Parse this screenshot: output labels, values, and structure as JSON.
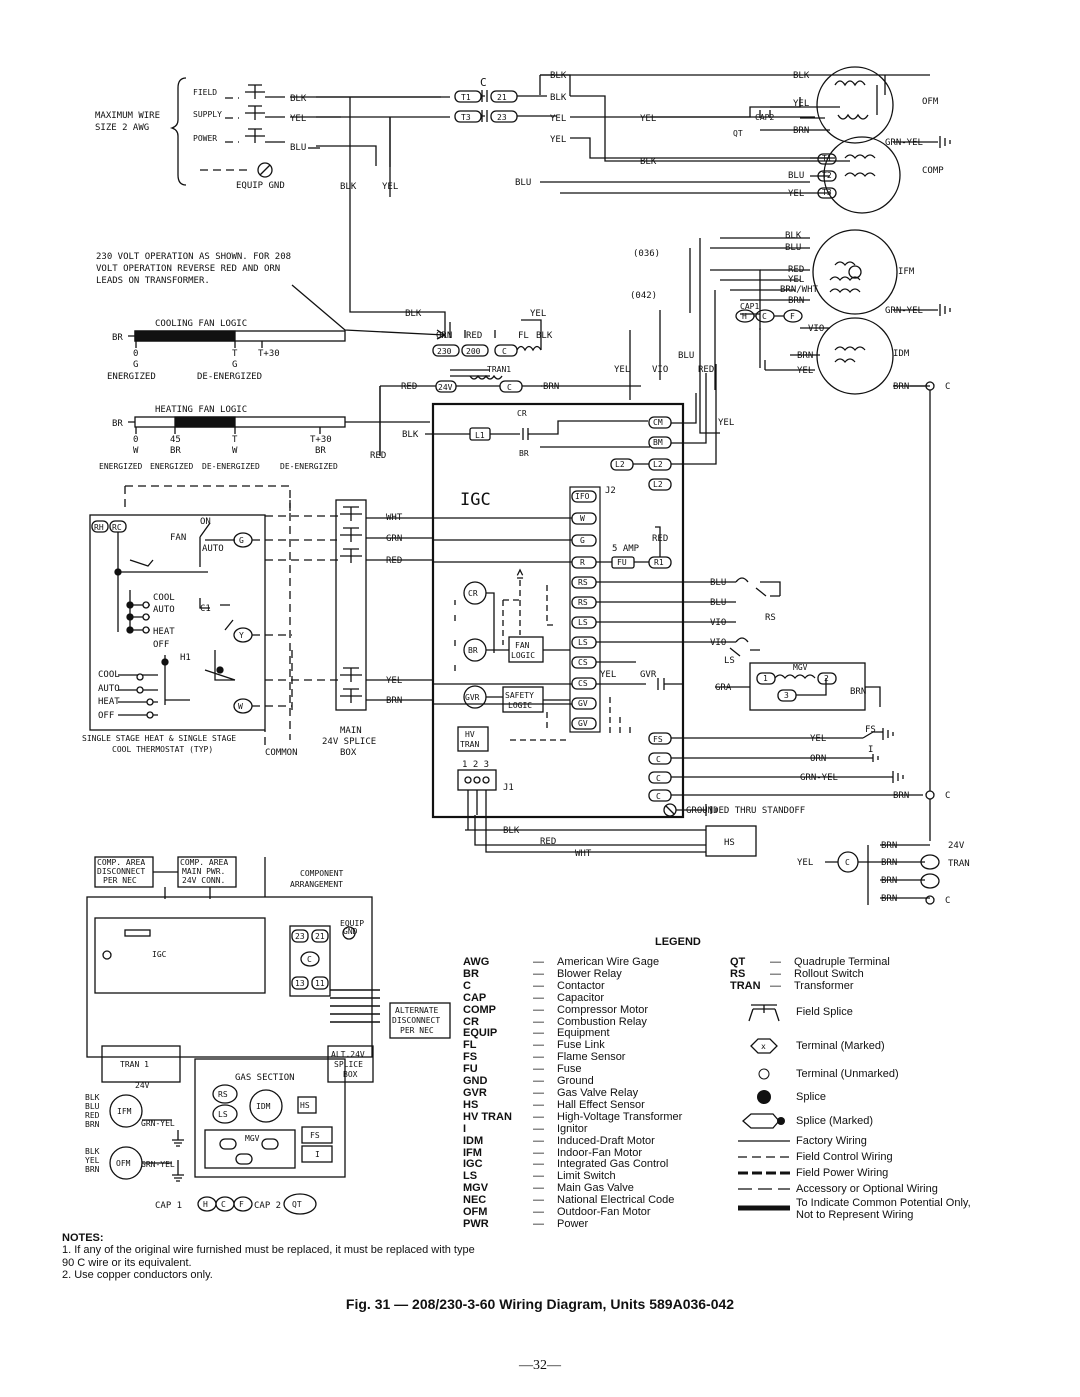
{
  "diagram": {
    "field_supply": {
      "wire_note": [
        "MAXIMUM WIRE",
        "SIZE 2 AWG"
      ],
      "field_words": [
        "FIELD",
        "SUPPLY",
        "POWER"
      ],
      "equip_gnd": "EQUIP GND",
      "contactor": "C",
      "terminals": [
        "T1",
        "21",
        "T3",
        "23"
      ]
    },
    "wire_colors": {
      "blk": "BLK",
      "yel": "YEL",
      "blu": "BLU",
      "brn": "BRN",
      "red": "RED",
      "orn": "ORN",
      "vio": "VIO",
      "wht": "WHT",
      "grn": "GRN",
      "gra": "GRA",
      "grn_yel": "GRN-YEL",
      "brn_wht": "BRN/WHT"
    },
    "motors": {
      "ofm": "OFM",
      "comp": "COMP",
      "ifm": "IFM",
      "idm": "IDM",
      "cap2": "CAP2",
      "qt": "QT",
      "cap1": "CAP1",
      "comp_terms": [
        "T1",
        "T2",
        "T3"
      ],
      "cap1_terms": [
        "H",
        "C",
        "F"
      ],
      "size_036": "(036)",
      "size_042": "(042)"
    },
    "voltage_note": [
      "230 VOLT OPERATION AS SHOWN. FOR 208",
      "VOLT OPERATION REVERSE RED AND ORN",
      "LEADS ON TRANSFORMER."
    ],
    "transformer": {
      "taps": [
        "230",
        "200",
        "C"
      ],
      "tran1": "TRAN1",
      "fl": "FL",
      "v24": "24V",
      "c": "C"
    },
    "cooling_fan_logic": {
      "title": "COOLING FAN LOGIC",
      "br": "BR",
      "ticks_top": [
        "0",
        "T",
        "T+30"
      ],
      "ticks_mid": [
        "G",
        "G"
      ],
      "states": [
        "ENERGIZED",
        "DE-ENERGIZED"
      ]
    },
    "heating_fan_logic": {
      "title": "HEATING FAN LOGIC",
      "br": "BR",
      "ticks_top": [
        "0",
        "45",
        "T",
        "T+30"
      ],
      "ticks_mid": [
        "W",
        "BR",
        "W",
        "BR"
      ],
      "states": [
        "ENERGIZED",
        "ENERGIZED",
        "DE-ENERGIZED",
        "DE-ENERGIZED"
      ]
    },
    "thermostat": {
      "terminals": [
        "RH",
        "RC",
        "G",
        "Y",
        "W"
      ],
      "labels": [
        "FAN",
        "ON",
        "AUTO",
        "COOL",
        "AUTO",
        "HEAT",
        "OFF",
        "C1",
        "H1",
        "COOL",
        "AUTO",
        "HEAT",
        "OFF"
      ],
      "caption": [
        "SINGLE STAGE HEAT & SINGLE STAGE",
        "COOL THERMOSTAT (TYP)"
      ],
      "common": "COMMON"
    },
    "splice_box": [
      "MAIN",
      "24V SPLICE",
      "BOX"
    ],
    "igc": {
      "title": "IGC",
      "cr": "CR",
      "j2": "J2",
      "j1": "J1",
      "j1_pins": "1 2 3",
      "top_terms": [
        "CM",
        "BM",
        "L2",
        "L2",
        "L2"
      ],
      "l1": "L1",
      "left_terms": [
        "IFO",
        "W",
        "G",
        "R",
        "RS",
        "RS",
        "LS",
        "LS",
        "CS",
        "CS",
        "GV",
        "GV"
      ],
      "bottom_terms": [
        "FS",
        "C",
        "C",
        "C"
      ],
      "relays": [
        "CR",
        "BR",
        "GVR"
      ],
      "fan_logic": [
        "FAN",
        "LOGIC"
      ],
      "safety_logic": [
        "SAFETY",
        "LOGIC"
      ],
      "hv_tran": [
        "HV",
        "TRAN"
      ],
      "fuse": "5 AMP",
      "fu": "FU",
      "r1": "R1",
      "gvr": "GVR",
      "rs": "RS",
      "ls": "LS",
      "mgv": "MGV",
      "mgv_terms": [
        "1",
        "2",
        "3"
      ],
      "fs": "FS",
      "i": "I",
      "hs": "HS",
      "grounded": "GROUNDED THRU STANDOFF"
    },
    "right_column": {
      "c_labels": [
        "C",
        "C",
        "C"
      ],
      "v24": "24V",
      "tran": "TRAN"
    },
    "component_arrangement": {
      "boxes": [
        [
          "COMP. AREA",
          "DISCONNECT",
          "PER NEC"
        ],
        [
          "COMP. AREA",
          "MAIN PWR.",
          "24V CONN."
        ]
      ],
      "title": [
        "COMPONENT",
        "ARRANGEMENT"
      ],
      "igc": "IGC",
      "equip_gnd": [
        "EQUIP",
        "GND"
      ],
      "terms": [
        "23",
        "21",
        "C",
        "13",
        "11"
      ],
      "alt_disconnect": [
        "ALTERNATE",
        "DISCONNECT",
        "PER NEC"
      ],
      "tran1": "TRAN 1",
      "v24": "24V",
      "alt_splice": [
        "ALT.24V",
        "SPLICE",
        "BOX"
      ],
      "gas_section": "GAS SECTION",
      "gas_parts": [
        "RS",
        "LS",
        "IDM",
        "HS",
        "MGV",
        "FS",
        "I"
      ],
      "ifm": "IFM",
      "ofm": "OFM",
      "ifm_wires": [
        "BLK",
        "BLU",
        "RED",
        "BRN"
      ],
      "ofm_wires": [
        "BLK",
        "YEL",
        "BRN"
      ],
      "grn_yel": "GRN-YEL",
      "cap1": "CAP 1",
      "cap2": "CAP 2",
      "cap1_terms": [
        "H",
        "C",
        "F"
      ],
      "qt": "QT"
    }
  },
  "legend": {
    "title": "LEGEND",
    "col1": [
      {
        "abbr": "AWG",
        "def": "American Wire Gage"
      },
      {
        "abbr": "BR",
        "def": "Blower Relay"
      },
      {
        "abbr": "C",
        "def": "Contactor"
      },
      {
        "abbr": "CAP",
        "def": "Capacitor"
      },
      {
        "abbr": "COMP",
        "def": "Compressor Motor"
      },
      {
        "abbr": "CR",
        "def": "Combustion Relay"
      },
      {
        "abbr": "EQUIP",
        "def": "Equipment"
      },
      {
        "abbr": "FL",
        "def": "Fuse Link"
      },
      {
        "abbr": "FS",
        "def": "Flame Sensor"
      },
      {
        "abbr": "FU",
        "def": "Fuse"
      },
      {
        "abbr": "GND",
        "def": "Ground"
      },
      {
        "abbr": "GVR",
        "def": "Gas Valve Relay"
      },
      {
        "abbr": "HS",
        "def": "Hall Effect Sensor"
      },
      {
        "abbr": "HV TRAN",
        "def": "High-Voltage Transformer"
      },
      {
        "abbr": "I",
        "def": "Ignitor"
      },
      {
        "abbr": "IDM",
        "def": "Induced-Draft Motor"
      },
      {
        "abbr": "IFM",
        "def": "Indoor-Fan Motor"
      },
      {
        "abbr": "IGC",
        "def": "Integrated Gas Control"
      },
      {
        "abbr": "LS",
        "def": "Limit Switch"
      },
      {
        "abbr": "MGV",
        "def": "Main Gas Valve"
      },
      {
        "abbr": "NEC",
        "def": "National Electrical Code"
      },
      {
        "abbr": "OFM",
        "def": "Outdoor-Fan Motor"
      },
      {
        "abbr": "PWR",
        "def": "Power"
      }
    ],
    "col2": [
      {
        "abbr": "QT",
        "def": "Quadruple Terminal"
      },
      {
        "abbr": "RS",
        "def": "Rollout Switch"
      },
      {
        "abbr": "TRAN",
        "def": "Transformer"
      }
    ],
    "dash": "—",
    "symbols": [
      {
        "icon": "field-splice-icon",
        "label": "Field Splice"
      },
      {
        "icon": "terminal-marked-icon",
        "label": "Terminal (Marked)"
      },
      {
        "icon": "terminal-unmarked-icon",
        "label": "Terminal (Unmarked)"
      },
      {
        "icon": "splice-icon",
        "label": "Splice"
      },
      {
        "icon": "splice-marked-icon",
        "label": "Splice (Marked)"
      },
      {
        "icon": "factory-wiring-icon",
        "label": "Factory Wiring"
      },
      {
        "icon": "field-control-wiring-icon",
        "label": "Field Control Wiring"
      },
      {
        "icon": "field-power-wiring-icon",
        "label": "Field Power Wiring"
      },
      {
        "icon": "accessory-wiring-icon",
        "label": "Accessory or Optional Wiring"
      },
      {
        "icon": "common-potential-icon",
        "label": "To Indicate Common Potential Only, Not to Represent Wiring"
      }
    ],
    "terminal_marked_x": "x"
  },
  "notes": {
    "title": "NOTES:",
    "items": [
      "1. If any of the original wire furnished must be replaced, it must be replaced with type 90 C wire or its equivalent.",
      "2. Use copper conductors only."
    ]
  },
  "caption": "Fig. 31 — 208/230-3-60 Wiring Diagram, Units 589A036-042",
  "page_number": "—32—"
}
